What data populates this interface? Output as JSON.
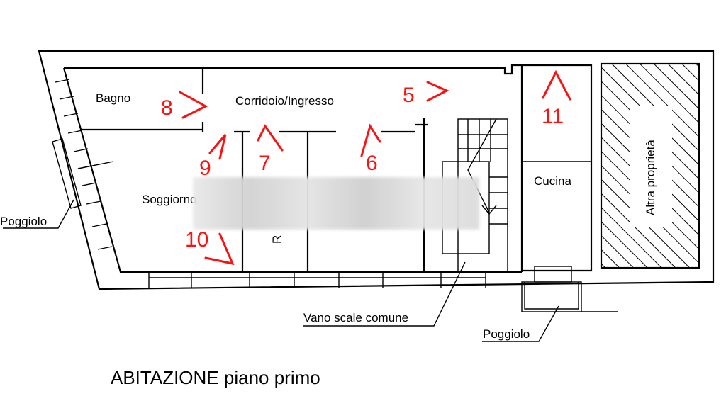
{
  "rooms": {
    "bagno": "Bagno",
    "corridoio": "Corridoio/Ingresso",
    "soggiorno": "Soggiorno",
    "cucina": "Cucina",
    "altra": "Altra proprietà",
    "r_partial": "R"
  },
  "callouts": {
    "poggiolo_left": "Poggiolo",
    "vano_scale": "Vano scale comune",
    "poggiolo_right": "Poggiolo"
  },
  "photo_points": [
    "5",
    "6",
    "7",
    "8",
    "9",
    "10",
    "11"
  ],
  "title": "ABITAZIONE piano primo",
  "colors": {
    "marker": "#ff1010",
    "wall": "#000000"
  }
}
